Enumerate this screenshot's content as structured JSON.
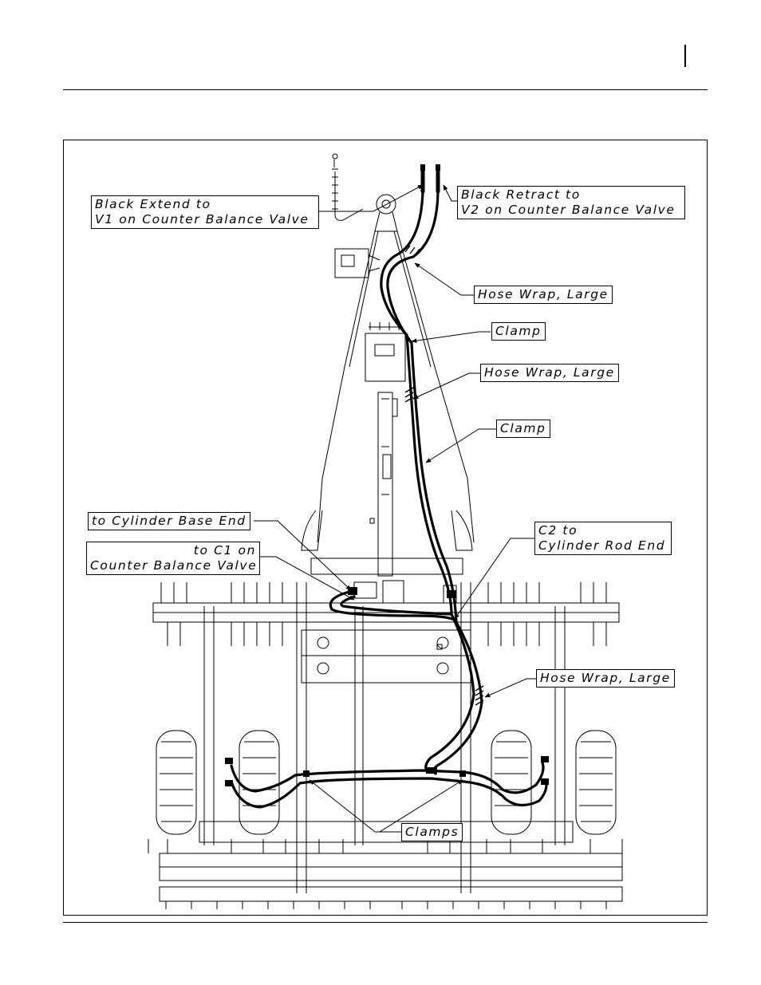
{
  "callouts": {
    "black_extend": [
      "Black Extend to",
      "V1 on Counter Balance Valve"
    ],
    "black_retract": [
      "Black Retract to",
      "V2 on Counter Balance Valve"
    ],
    "hose_wrap_1": "Hose Wrap, Large",
    "clamp_1": "Clamp",
    "hose_wrap_2": "Hose Wrap, Large",
    "clamp_2": "Clamp",
    "cyl_base": "to Cylinder Base End",
    "c1_cbv": [
      "to C1 on",
      "Counter Balance Valve"
    ],
    "c2_rod": [
      "C2 to",
      "Cylinder Rod End"
    ],
    "hose_wrap_3": "Hose Wrap, Large",
    "clamps": "Clamps"
  }
}
